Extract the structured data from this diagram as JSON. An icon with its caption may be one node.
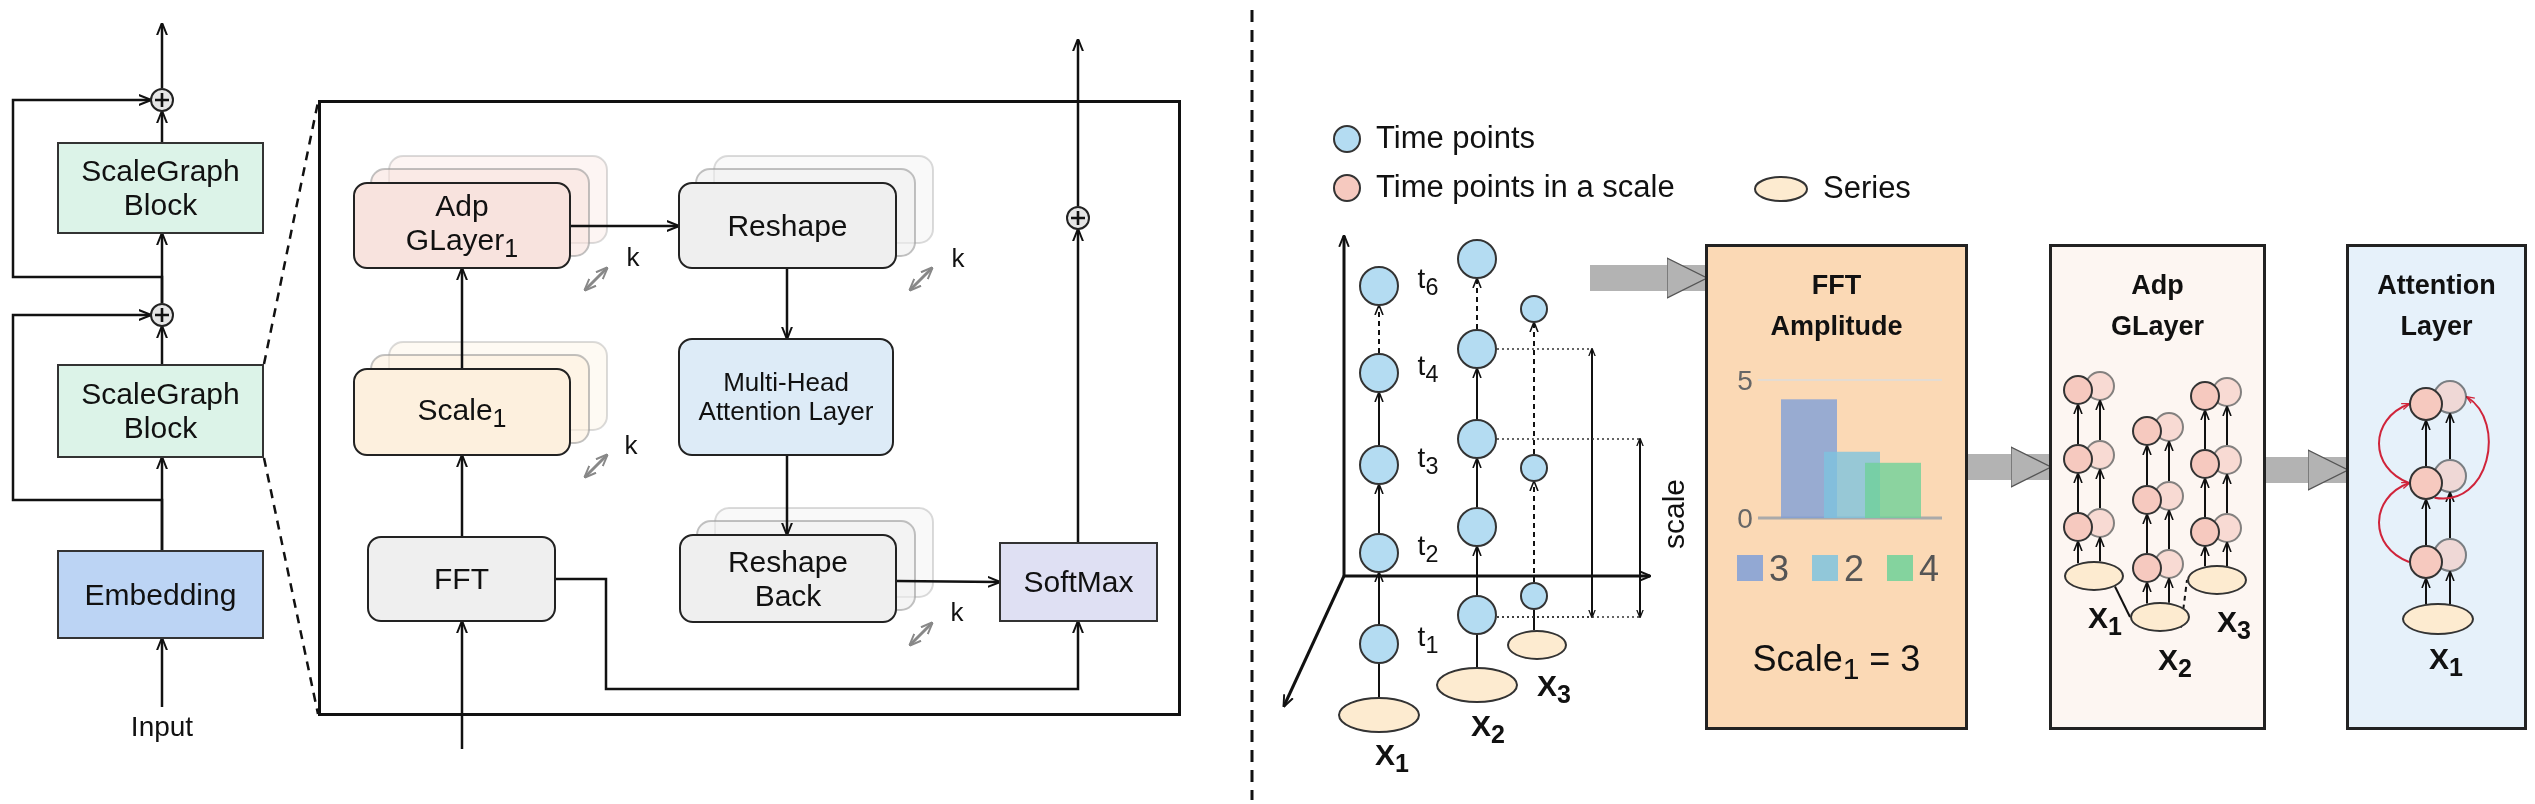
{
  "diagram": {
    "nodes": [
      {
        "text": [
          "Embedding"
        ]
      },
      {
        "text": [
          "ScaleGraph Block"
        ]
      },
      {
        "text": [],
        "shape": "circle"
      },
      {
        "text": [
          "ScaleGraph Block"
        ]
      },
      {
        "text": [],
        "shape": "circle"
      },
      {
        "text": [
          "Input"
        ]
      },
      {
        "text": [],
        "shape": "box"
      },
      {
        "text": [
          "FFT"
        ],
        "in": 6
      },
      {
        "text": [
          "Scale$_{1}$"
        ],
        "in": 6
      },
      {
        "text": [
          "Adp GLayer$_{1}$"
        ],
        "in": 6
      },
      {
        "text": [
          "Reshape"
        ],
        "in": 6
      },
      {
        "text": [
          "Multi-Head Attention Layer"
        ],
        "in": 6
      },
      {
        "text": [
          "Reshape Back"
        ],
        "in": 6
      },
      {
        "text": [
          "SoftMax"
        ],
        "in": 6
      },
      {
        "text": [],
        "shape": "circle",
        "in": 6
      },
      {
        "text": [
          "FFT Amplitude",
          "Scale$_{1}$ = 3"
        ]
      },
      {
        "text": [
          "Adp GLayer"
        ]
      },
      {
        "text": [
          "Attention Layer"
        ]
      },
      {
        "text": [],
        "shape": "circle"
      },
      {
        "text": [],
        "shape": "circle"
      },
      {
        "text": [],
        "shape": "circle"
      },
      {
        "text": [],
        "shape": "circle"
      },
      {
        "text": [],
        "shape": "circle"
      },
      {
        "text": [],
        "shape": "ellipse"
      },
      {
        "text": [],
        "shape": "circle"
      },
      {
        "text": [],
        "shape": "circle"
      },
      {
        "text": [],
        "shape": "circle"
      },
      {
        "text": [],
        "shape": "circle"
      },
      {
        "text": [],
        "shape": "circle"
      },
      {
        "text": [],
        "shape": "ellipse"
      },
      {
        "text": [],
        "shape": "circle"
      },
      {
        "text": [],
        "shape": "circle"
      },
      {
        "text": [],
        "shape": "circle"
      },
      {
        "text": [],
        "shape": "ellipse"
      },
      {
        "text": [],
        "shape": "circle",
        "in": 16
      },
      {
        "text": [],
        "shape": "circle",
        "in": 16
      },
      {
        "text": [],
        "shape": "circle",
        "in": 16
      },
      {
        "text": [],
        "shape": "circle",
        "in": 16
      },
      {
        "text": [],
        "shape": "circle",
        "in": 16
      },
      {
        "text": [],
        "shape": "circle",
        "in": 16
      },
      {
        "text": [],
        "shape": "ellipse",
        "in": 16
      },
      {
        "text": [],
        "shape": "circle",
        "in": 16
      },
      {
        "text": [],
        "shape": "circle",
        "in": 16
      },
      {
        "text": [],
        "shape": "circle",
        "in": 16
      },
      {
        "text": [],
        "shape": "circle",
        "in": 16
      },
      {
        "text": [],
        "shape": "circle",
        "in": 16
      },
      {
        "text": [],
        "shape": "circle",
        "in": 16
      },
      {
        "text": [],
        "shape": "ellipse",
        "in": 16
      },
      {
        "text": [],
        "shape": "circle",
        "in": 16
      },
      {
        "text": [],
        "shape": "circle",
        "in": 16
      },
      {
        "text": [],
        "shape": "circle",
        "in": 16
      },
      {
        "text": [],
        "shape": "circle",
        "in": 16
      },
      {
        "text": [],
        "shape": "circle",
        "in": 16
      },
      {
        "text": [],
        "shape": "circle",
        "in": 16
      },
      {
        "text": [],
        "shape": "ellipse",
        "in": 16
      },
      {
        "text": [],
        "shape": "circle",
        "in": 17
      },
      {
        "text": [],
        "shape": "circle",
        "in": 17
      },
      {
        "text": [],
        "shape": "circle",
        "in": 17
      },
      {
        "text": [],
        "shape": "circle",
        "in": 17
      },
      {
        "text": [],
        "shape": "circle",
        "in": 17
      },
      {
        "text": [],
        "shape": "circle",
        "in": 17
      },
      {
        "text": [],
        "shape": "ellipse",
        "in": 17
      }
    ],
    "edges": [
      {
        "from": 5,
        "to": 0,
        "arrow": "to"
      },
      {
        "from": 0,
        "to": 1,
        "arrow": "to"
      },
      {
        "from": 1,
        "to": 4,
        "arrow": "to"
      },
      {
        "from": 0,
        "to": 4,
        "arrow": "to"
      },
      {
        "from": 4,
        "to": 3,
        "arrow": "to"
      },
      {
        "from": 4,
        "to": 2,
        "arrow": "to"
      },
      {
        "from": 3,
        "to": 2,
        "arrow": "to"
      },
      {
        "from": 2,
        "to": null,
        "arrow": "to"
      },
      {
        "from": 1,
        "to": 6,
        "arrow": "none",
        "style": "dashed"
      },
      {
        "from": null,
        "to": 7,
        "arrow": "to"
      },
      {
        "from": 7,
        "to": 8,
        "arrow": "to"
      },
      {
        "from": 8,
        "to": 9,
        "arrow": "to"
      },
      {
        "from": 9,
        "to": 10,
        "arrow": "to"
      },
      {
        "from": 10,
        "to": 11,
        "arrow": "to"
      },
      {
        "from": 11,
        "to": 12,
        "arrow": "to"
      },
      {
        "from": 12,
        "to": 13,
        "arrow": "to"
      },
      {
        "from": 7,
        "to": 13,
        "arrow": "to"
      },
      {
        "from": 13,
        "to": 14,
        "arrow": "to"
      },
      {
        "from": 14,
        "to": null,
        "arrow": "to"
      },
      {
        "from": null,
        "to": 15,
        "arrow": "to",
        "style": "thick",
        "color": "#b3b3b3"
      },
      {
        "from": 15,
        "to": 16,
        "arrow": "to",
        "style": "thick",
        "color": "#b3b3b3"
      },
      {
        "from": 16,
        "to": 17,
        "arrow": "to",
        "style": "thick",
        "color": "#b3b3b3"
      },
      {
        "from": 23,
        "to": 22,
        "arrow": "none"
      },
      {
        "from": 22,
        "to": 21,
        "arrow": "to"
      },
      {
        "from": 21,
        "to": 20,
        "arrow": "to"
      },
      {
        "from": 20,
        "to": 19,
        "arrow": "to"
      },
      {
        "from": 19,
        "to": 18,
        "arrow": "to",
        "style": "dashed"
      },
      {
        "from": 29,
        "to": 28,
        "arrow": "none"
      },
      {
        "from": 28,
        "to": 27,
        "arrow": "to"
      },
      {
        "from": 27,
        "to": 26,
        "arrow": "to"
      },
      {
        "from": 26,
        "to": 25,
        "arrow": "to"
      },
      {
        "from": 25,
        "to": 24,
        "arrow": "to",
        "style": "dashed"
      },
      {
        "from": 33,
        "to": 32,
        "arrow": "none"
      },
      {
        "from": 32,
        "to": 31,
        "arrow": "to",
        "style": "dashed"
      },
      {
        "from": 31,
        "to": 30,
        "arrow": "to",
        "style": "dashed"
      },
      {
        "from": 40,
        "to": 36,
        "arrow": "to"
      },
      {
        "from": 36,
        "to": 35,
        "arrow": "to"
      },
      {
        "from": 35,
        "to": 34,
        "arrow": "to"
      },
      {
        "from": 40,
        "to": 39,
        "arrow": "to"
      },
      {
        "from": 39,
        "to": 38,
        "arrow": "to"
      },
      {
        "from": 38,
        "to": 37,
        "arrow": "to"
      },
      {
        "from": 47,
        "to": 43,
        "arrow": "to"
      },
      {
        "from": 43,
        "to": 42,
        "arrow": "to"
      },
      {
        "from": 42,
        "to": 41,
        "arrow": "to"
      },
      {
        "from": 47,
        "to": 46,
        "arrow": "to"
      },
      {
        "from": 46,
        "to": 45,
        "arrow": "to"
      },
      {
        "from": 45,
        "to": 44,
        "arrow": "to"
      },
      {
        "from": 54,
        "to": 50,
        "arrow": "to"
      },
      {
        "from": 50,
        "to": 49,
        "arrow": "to"
      },
      {
        "from": 49,
        "to": 48,
        "arrow": "to"
      },
      {
        "from": 54,
        "to": 53,
        "arrow": "to"
      },
      {
        "from": 53,
        "to": 52,
        "arrow": "to"
      },
      {
        "from": 52,
        "to": 51,
        "arrow": "to"
      },
      {
        "from": 40,
        "to": 47,
        "arrow": "none"
      },
      {
        "from": 47,
        "to": 54,
        "arrow": "none",
        "style": "dashed"
      },
      {
        "from": 61,
        "to": 57,
        "arrow": "to"
      },
      {
        "from": 57,
        "to": 56,
        "arrow": "to"
      },
      {
        "from": 56,
        "to": 55,
        "arrow": "to"
      },
      {
        "from": 61,
        "to": 60,
        "arrow": "to"
      },
      {
        "from": 60,
        "to": 59,
        "arrow": "to"
      },
      {
        "from": 59,
        "to": 58,
        "arrow": "to"
      },
      {
        "from": 56,
        "to": 55,
        "arrow": "to",
        "color": "#d0243a"
      },
      {
        "from": 57,
        "to": 56,
        "arrow": "to",
        "color": "#d0243a"
      },
      {
        "from": 56,
        "to": 58,
        "arrow": "to",
        "color": "#d0243a"
      }
    ],
    "labels": [
      "k",
      "k",
      "k",
      "k",
      "t$_{6}$",
      "t$_{4}$",
      "t$_{3}$",
      "t$_{2}$",
      "t$_{1}$",
      "scale",
      "X$_{1}$",
      "X$_{2}$",
      "X$_{3}$",
      "X$_{1}$",
      "X$_{2}$",
      "X$_{3}$",
      "X$_{1}$"
    ],
    "legend": [
      {
        "text": "Time points",
        "color": "#b4dcf2"
      },
      {
        "text": "Time points in a scale",
        "color": "#f6c9bf"
      },
      {
        "text": "Series",
        "color": "#fdebd0"
      }
    ],
    "chart_data": {
      "type": "bar",
      "categories": [
        null
      ],
      "yticks": [
        0,
        5
      ],
      "ylim": [
        0,
        5
      ],
      "legend": "bottom",
      "series": [
        {
          "name": "3",
          "color": "#7f9fd8",
          "values": [
            4.3
          ]
        },
        {
          "name": "2",
          "color": "#7ec3df",
          "values": [
            2.4
          ]
        },
        {
          "name": "4",
          "color": "#6fd19a",
          "values": [
            2.0
          ]
        }
      ]
    }
  }
}
